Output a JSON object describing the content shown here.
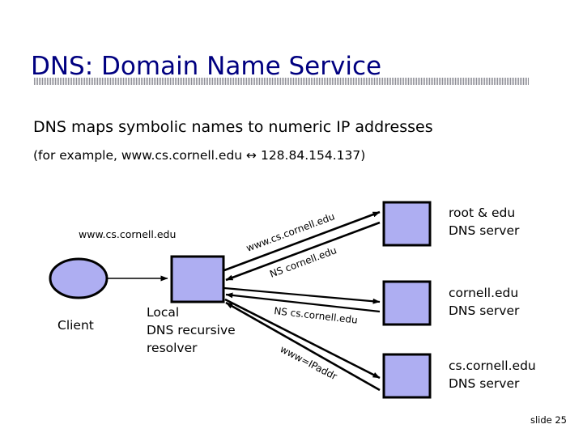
{
  "slide": {
    "title": "DNS: Domain Name Service",
    "title_color": "#000080",
    "body_line_1": "DNS maps symbolic names to numeric IP addresses",
    "body_line_2": "(for example, www.cs.cornell.edu ↔ 128.84.154.137)",
    "slide_number": "slide 25",
    "background_color": "#ffffff",
    "rule_color": "#b9b9b9"
  },
  "diagram": {
    "shape_fill": "#aeaef2",
    "shape_stroke": "#000000",
    "client": {
      "label": "Client",
      "shape": "ellipse"
    },
    "resolver": {
      "label_line_1": "Local",
      "label_line_2": "DNS recursive",
      "label_line_3": "resolver",
      "shape": "rectangle"
    },
    "client_request_label": "www.cs.cornell.edu",
    "servers": [
      {
        "name": "root-edu-server",
        "label_line_1": "root & edu",
        "label_line_2": "DNS server"
      },
      {
        "name": "cornell-edu-server",
        "label_line_1": "cornell.edu",
        "label_line_2": "DNS server"
      },
      {
        "name": "cs-cornell-edu-server",
        "label_line_1": "cs.cornell.edu",
        "label_line_2": "DNS server"
      }
    ],
    "edge_labels": {
      "query_root": "www.cs.cornell.edu",
      "reply_root": "NS cornell.edu",
      "reply_cornell": "NS cs.cornell.edu",
      "reply_cs_cornell": "www=IPaddr"
    }
  }
}
